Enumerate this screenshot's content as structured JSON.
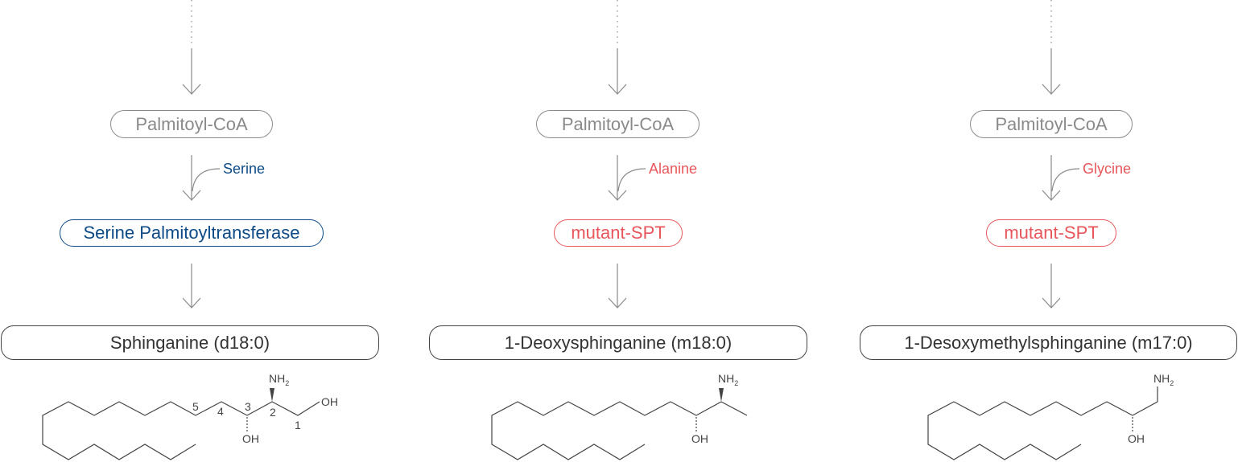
{
  "colors": {
    "gray": "#8a8a8a",
    "blue": "#0b4a86",
    "red": "#e8555a",
    "dark": "#444444"
  },
  "columns": [
    {
      "substrate": "Palmitoyl-CoA",
      "amino_acid": "Serine",
      "enzyme": "Serine Palmitoyltransferase",
      "product": "Sphinganine (d18:0)",
      "structure": {
        "amine": "NH",
        "amine_sub": "2",
        "hydroxyl": "OH",
        "terminal_hydroxyl": "OH",
        "carbon_numbers": [
          "1",
          "2",
          "3",
          "4",
          "5"
        ]
      }
    },
    {
      "substrate": "Palmitoyl-CoA",
      "amino_acid": "Alanine",
      "enzyme": "mutant-SPT",
      "product": "1-Deoxysphinganine (m18:0)",
      "structure": {
        "amine": "NH",
        "amine_sub": "2",
        "hydroxyl": "OH"
      }
    },
    {
      "substrate": "Palmitoyl-CoA",
      "amino_acid": "Glycine",
      "enzyme": "mutant-SPT",
      "product": "1-Desoxymethylsphinganine (m17:0)",
      "structure": {
        "amine": "NH",
        "amine_sub": "2",
        "hydroxyl": "OH"
      }
    }
  ]
}
